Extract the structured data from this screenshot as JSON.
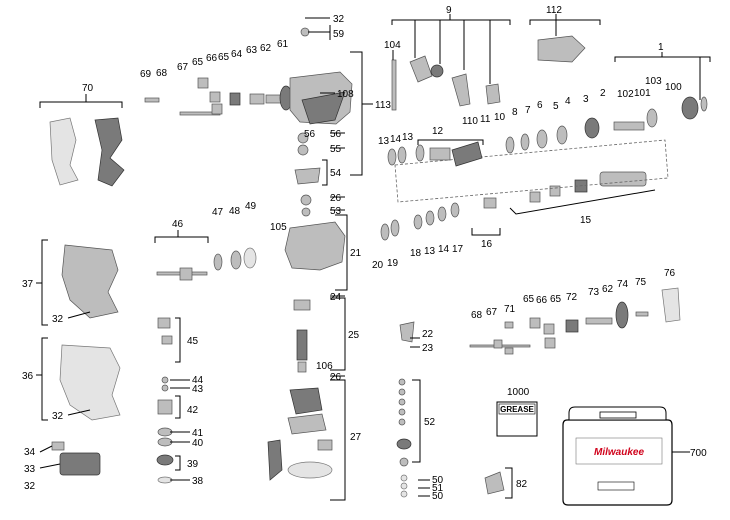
{
  "labels": {
    "n1": "1",
    "n2": "2",
    "n3": "3",
    "n4": "4",
    "n5": "5",
    "n6": "6",
    "n7": "7",
    "n8": "8",
    "n9": "9",
    "n10": "10",
    "n11": "11",
    "n12": "12",
    "n13a": "13",
    "n14a": "14",
    "n13b": "13",
    "n13c": "13",
    "n14b": "14",
    "n15": "15",
    "n16": "16",
    "n17": "17",
    "n18": "18",
    "n19": "19",
    "n20": "20",
    "n21": "21",
    "n22": "22",
    "n23": "23",
    "n24": "24",
    "n25": "25",
    "n26a": "26",
    "n26b": "26",
    "n27": "27",
    "n32a": "32",
    "n32b": "32",
    "n32c": "32",
    "n32d": "32",
    "n33": "33",
    "n34": "34",
    "n36": "36",
    "n37": "37",
    "n38": "38",
    "n39": "39",
    "n40": "40",
    "n41": "41",
    "n42": "42",
    "n43": "43",
    "n44": "44",
    "n45": "45",
    "n46": "46",
    "n47": "47",
    "n48": "48",
    "n49": "49",
    "n50a": "50",
    "n50b": "50",
    "n51": "51",
    "n52": "52",
    "n53": "53",
    "n54": "54",
    "n55": "55",
    "n56": "56",
    "n59": "59",
    "n61": "61",
    "n62a": "62",
    "n63": "63",
    "n64": "64",
    "n65a": "65",
    "n66a": "66",
    "n65b": "65",
    "n67a": "67",
    "n68a": "68",
    "n69": "69",
    "n70": "70",
    "n65c": "65",
    "n66b": "66",
    "n65d": "65",
    "n67b": "67",
    "n68b": "68",
    "n71": "71",
    "n72": "72",
    "n73": "73",
    "n62b": "62",
    "n74": "74",
    "n75": "75",
    "n76": "76",
    "n82": "82",
    "n100": "100",
    "n101": "101",
    "n102": "102",
    "n103": "103",
    "n104": "104",
    "n105": "105",
    "n106": "106",
    "n108": "108",
    "n110": "110",
    "n111": "11",
    "n110b": "10",
    "n112": "112",
    "n113": "113",
    "n700": "700",
    "n1000": "1000"
  },
  "grease_box": {
    "text": "GREASE"
  },
  "case_brand": "Milwaukee"
}
